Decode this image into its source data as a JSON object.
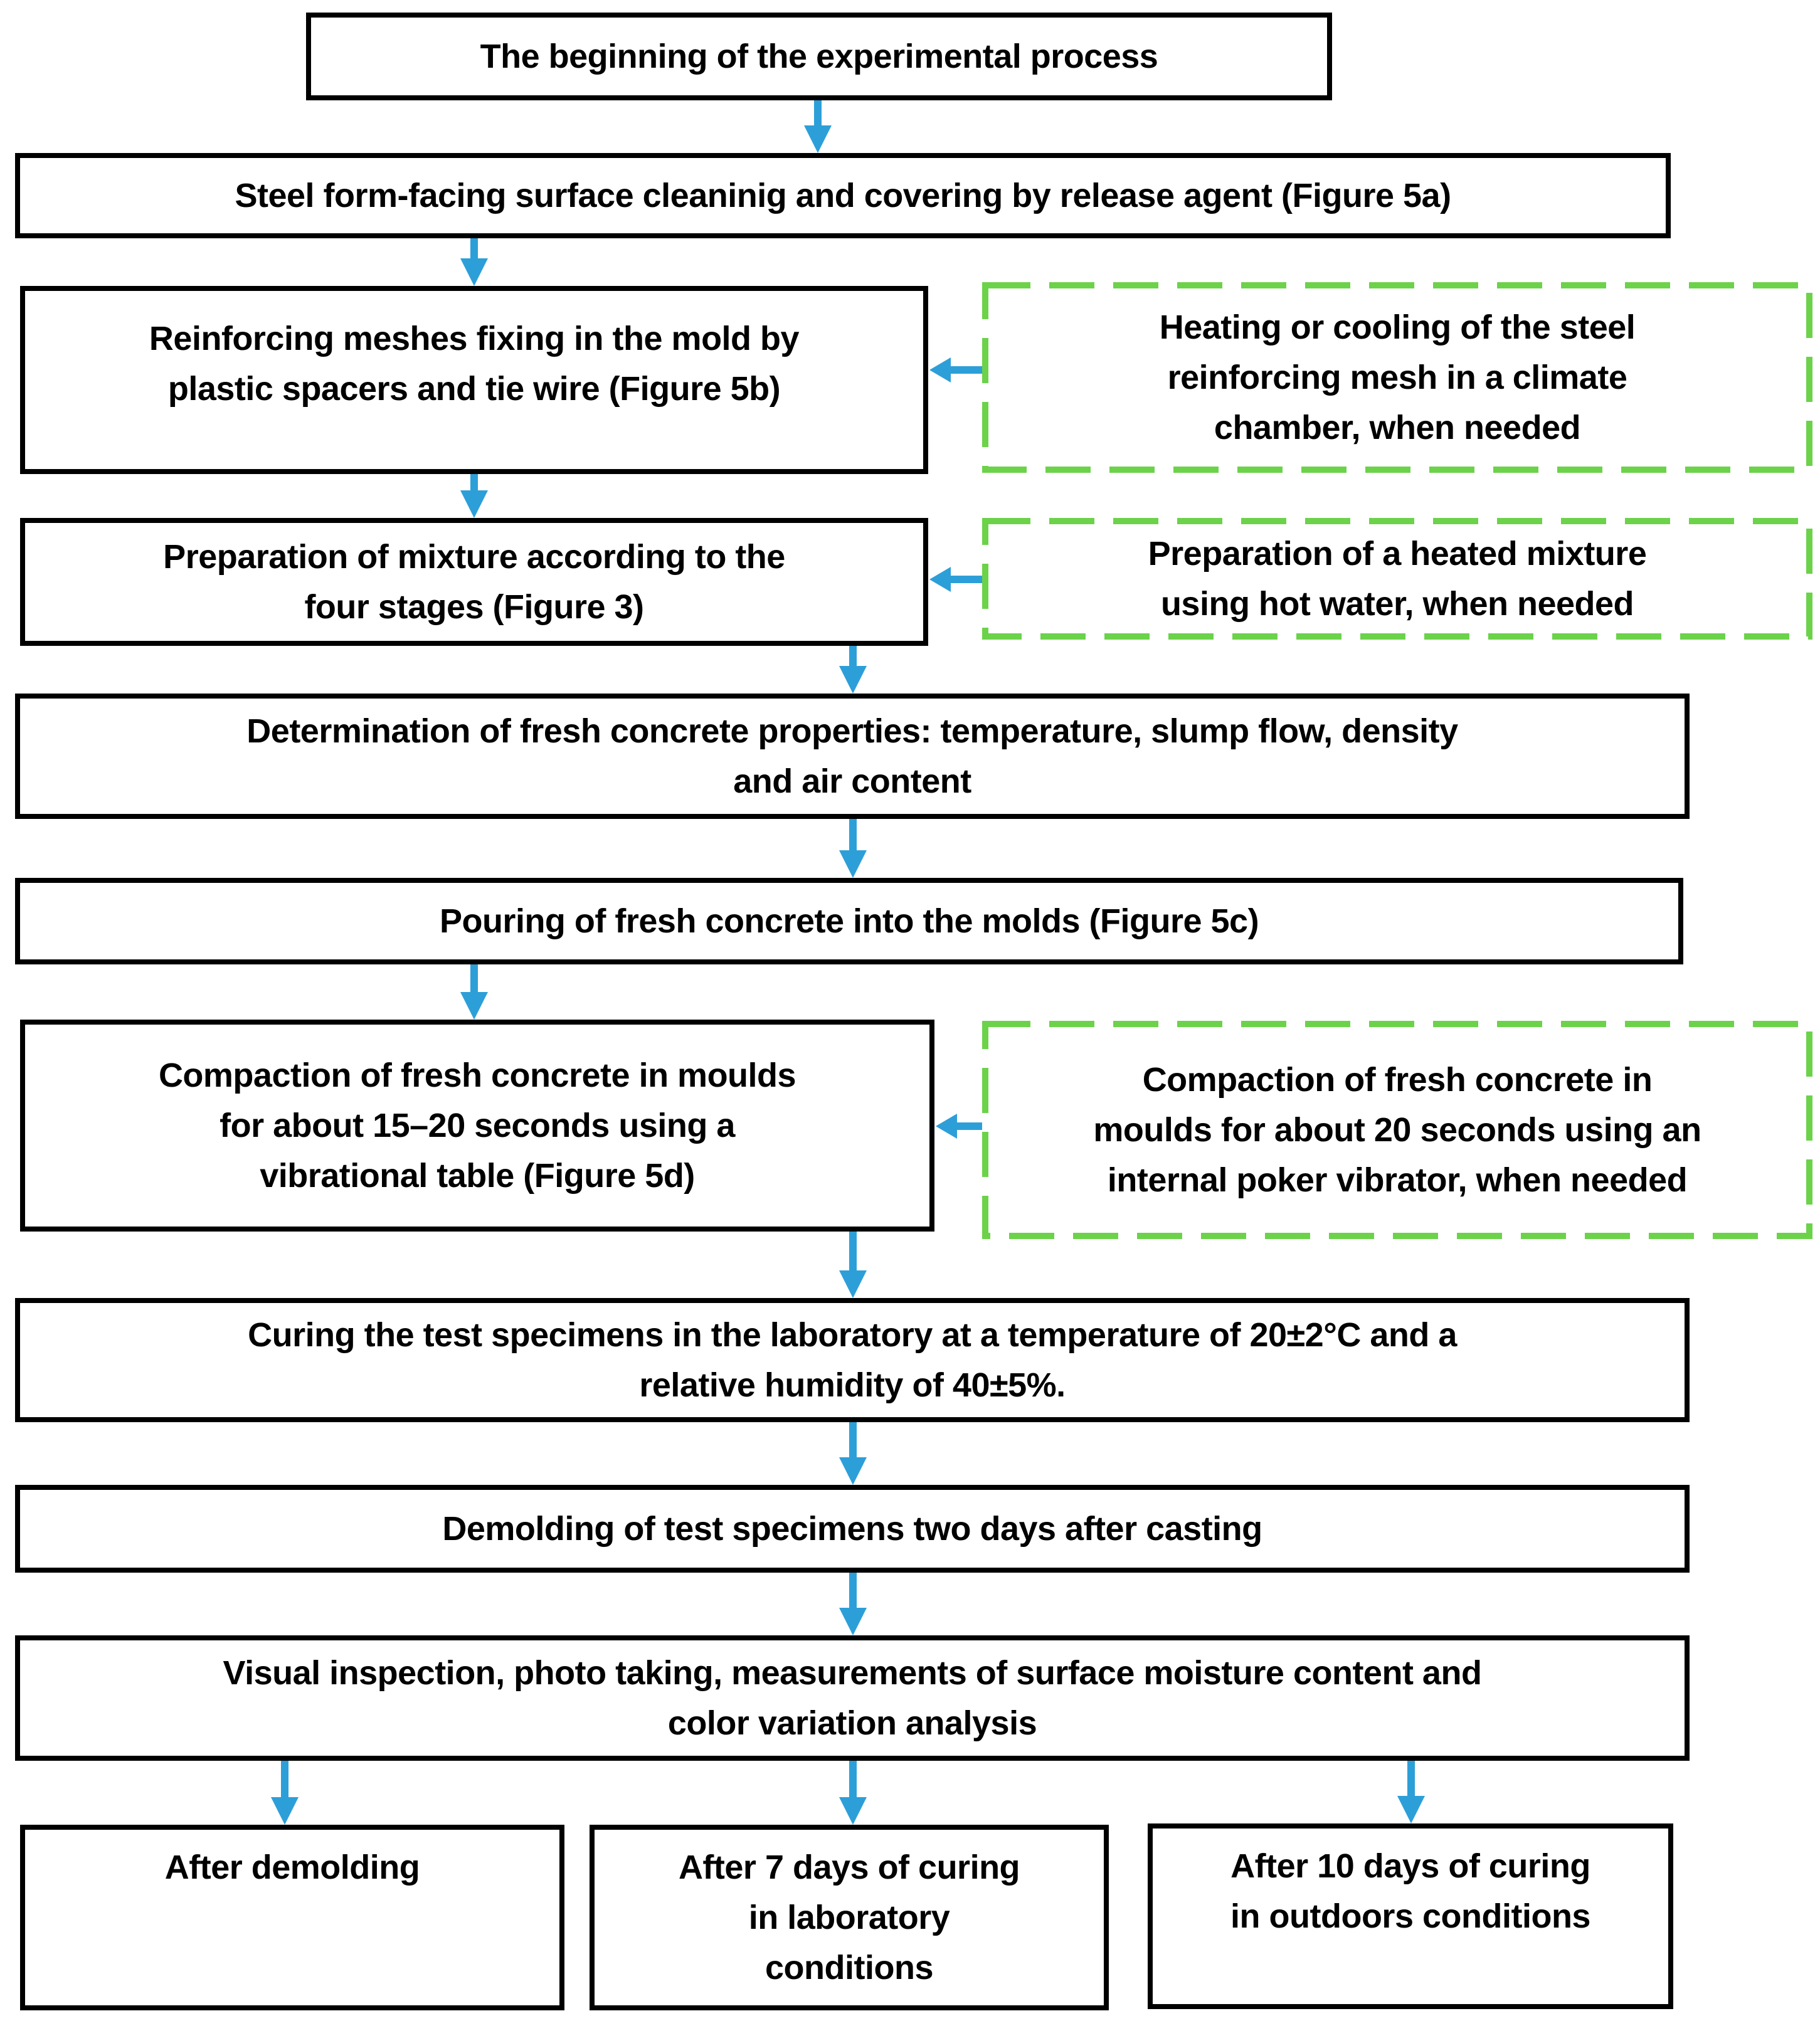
{
  "diagram": {
    "colors": {
      "arrow_blue": "#2D9FD8",
      "optional_box_green": "#6CD24A",
      "box_border_black": "#000000",
      "background": "#FFFFFF"
    },
    "nodes": [
      {
        "id": "start",
        "lines": [
          "The beginning of the experimental process"
        ]
      },
      {
        "id": "clean",
        "lines": [
          "Steel form-facing surface cleaninig and covering by release agent (Figure 5a)"
        ]
      },
      {
        "id": "mesh-fixing",
        "lines": [
          "Reinforcing meshes fixing in the mold by",
          "plastic spacers and tie wire (Figure 5b)"
        ]
      },
      {
        "id": "heating-cooling-mesh",
        "optional": true,
        "lines": [
          "Heating or cooling of the steel",
          "reinforcing mesh in a climate",
          "chamber, when needed"
        ]
      },
      {
        "id": "mixture-preparation",
        "lines": [
          "Preparation of mixture according to the",
          "four stages (Figure 3)"
        ]
      },
      {
        "id": "heated-mixture",
        "optional": true,
        "lines": [
          "Preparation of a heated mixture",
          "using hot water, when needed"
        ]
      },
      {
        "id": "fresh-properties",
        "lines": [
          "Determination of fresh concrete properties: temperature, slump flow, density",
          "and air content"
        ]
      },
      {
        "id": "pouring",
        "lines": [
          "Pouring of fresh concrete into the molds (Figure 5c)"
        ]
      },
      {
        "id": "compaction-table",
        "lines": [
          "Compaction of fresh concrete in moulds",
          "for about 15–20 seconds using a",
          "vibrational table (Figure 5d)"
        ]
      },
      {
        "id": "compaction-poker",
        "optional": true,
        "lines": [
          "Compaction of fresh concrete in",
          "moulds for about 20 seconds using an",
          "internal poker vibrator, when needed"
        ]
      },
      {
        "id": "curing",
        "lines": [
          "Curing the test specimens in the laboratory at a temperature of 20±2°C and a",
          "relative humidity of 40±5%."
        ]
      },
      {
        "id": "demolding",
        "lines": [
          "Demolding of test specimens two days after casting"
        ]
      },
      {
        "id": "inspection",
        "lines": [
          "Visual inspection, photo taking, measurements of surface moisture content and",
          "color variation analysis"
        ]
      },
      {
        "id": "after-demolding",
        "lines": [
          "After demolding"
        ]
      },
      {
        "id": "after-7-days",
        "lines": [
          "After 7 days of curing",
          "in laboratory",
          "conditions"
        ]
      },
      {
        "id": "after-10-days",
        "lines": [
          "After 10 days of curing",
          "in outdoors conditions"
        ]
      }
    ]
  }
}
